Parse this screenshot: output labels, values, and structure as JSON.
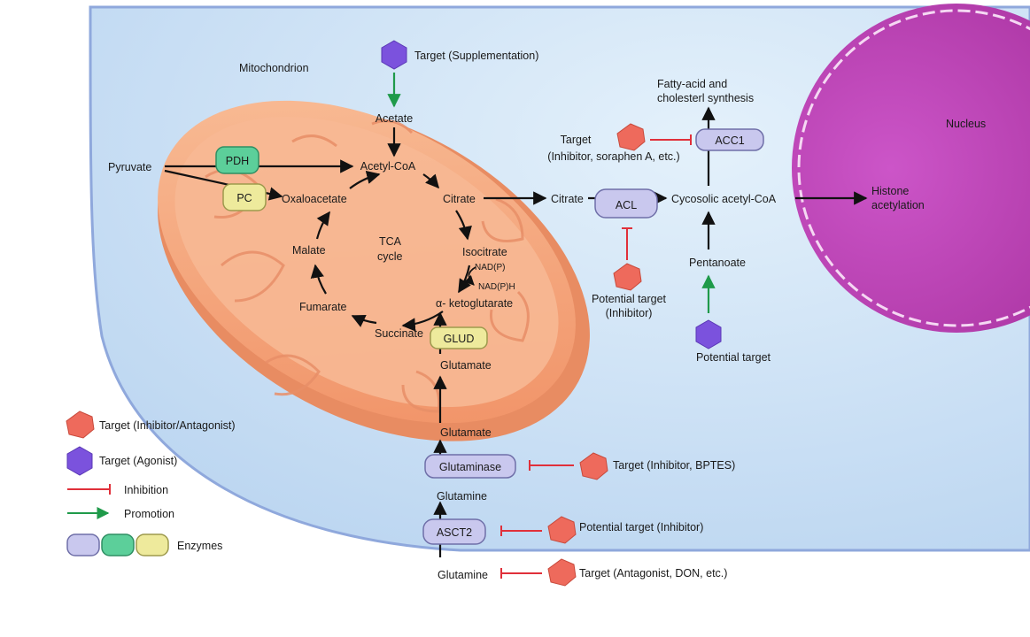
{
  "compartments": {
    "mitochondrion": "Mitochondrion",
    "tca_line1": "TCA",
    "tca_line2": "cycle",
    "nucleus": "Nucleus"
  },
  "metabolites": {
    "acetate": "Acetate",
    "acetyl_coa": "Acetyl-CoA",
    "pyruvate": "Pyruvate",
    "oxaloacetate": "Oxaloacetate",
    "citrate_mito": "Citrate",
    "isocitrate": "Isocitrate",
    "nadp": "NAD(P)",
    "nadph": "NAD(P)H",
    "alpha_kg": "α- ketoglutarate",
    "succinate": "Succinate",
    "fumarate": "Fumarate",
    "malate": "Malate",
    "glutamate_mito": "Glutamate",
    "glutamate_cyto": "Glutamate",
    "glutamine_cyto": "Glutamine",
    "glutamine_ext": "Glutamine",
    "citrate_cyto": "Citrate",
    "cytosolic_acetyl_coa": "Cycosolic acetyl-CoA",
    "pentanoate": "Pentanoate",
    "fatty_acid_line1": "Fatty-acid and",
    "fatty_acid_line2": "cholesterl synthesis",
    "histone_line1": "Histone",
    "histone_line2": "acetylation"
  },
  "enzymes": {
    "pdh": "PDH",
    "pc": "PC",
    "glud": "GLUD",
    "glutaminase": "Glutaminase",
    "asct2": "ASCT2",
    "acl": "ACL",
    "acc1": "ACC1"
  },
  "targets": {
    "supplementation": "Target (Supplementation)",
    "acc1_line1": "Target",
    "acc1_line2": "(Inhibitor, soraphen A, etc.)",
    "acl_line1": "Potential target",
    "acl_line2": "(Inhibitor)",
    "pentanoate_agonist": "Potential target",
    "glutaminase": "Target (Inhibitor, BPTES)",
    "asct2": "Potential target (Inhibitor)",
    "glutamine": "Target (Antagonist, DON, etc.)"
  },
  "legend": {
    "inhibitor_antagonist": "Target (Inhibitor/Antagonist)",
    "agonist": "Target (Agonist)",
    "inhibition": "Inhibition",
    "promotion": "Promotion",
    "enzymes": "Enzymes"
  },
  "colors": {
    "inhibitor_hexagon": "#ee6a5c",
    "agonist_hexagon": "#7b52dd",
    "inhibition_line": "#e0303a",
    "promotion_arrow": "#1f9a4a",
    "enzyme_purple": "#c9c8ee",
    "enzyme_green": "#5ccf9a",
    "enzyme_yellow": "#eeea9c",
    "cell_cytoplasm": "#c9def5",
    "mitochondrion": "#f5a67c",
    "nucleus": "#b83fb5"
  }
}
